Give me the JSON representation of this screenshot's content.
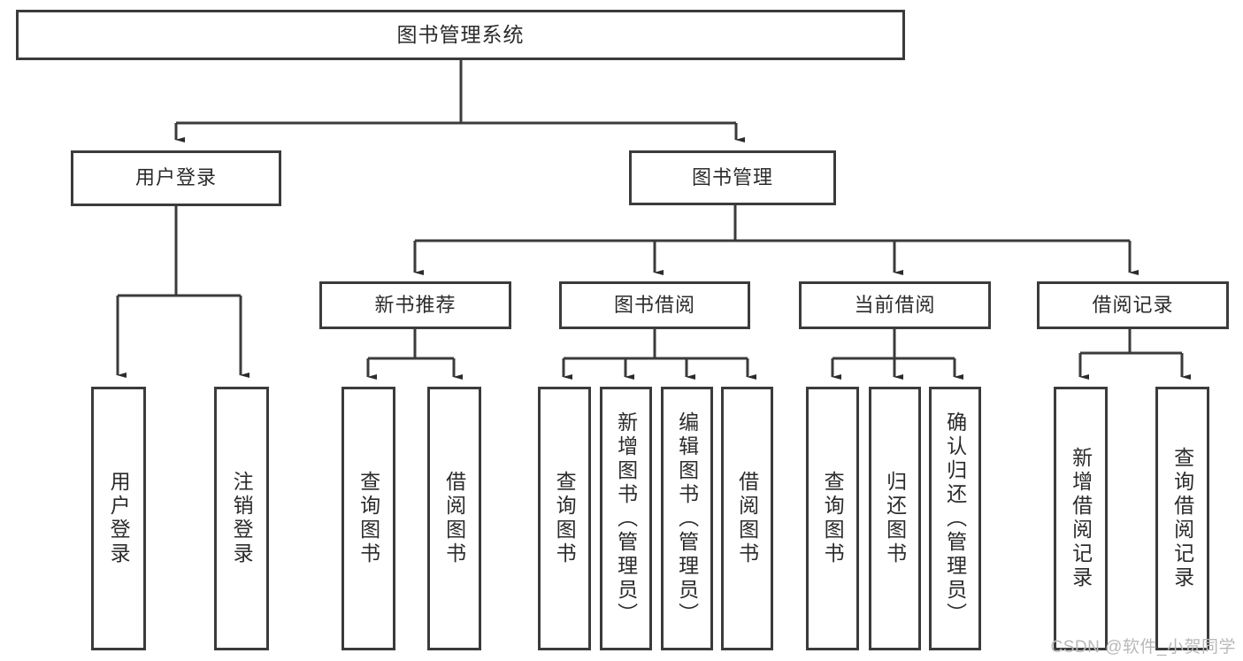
{
  "diagram": {
    "type": "tree-hierarchy",
    "title": "图书管理系统",
    "root": {
      "label": "图书管理系统"
    },
    "level1": [
      {
        "label": "用户登录"
      },
      {
        "label": "图书管理"
      }
    ],
    "level2": [
      {
        "label": "新书推荐",
        "parent": "图书管理"
      },
      {
        "label": "图书借阅",
        "parent": "图书管理"
      },
      {
        "label": "当前借阅",
        "parent": "图书管理"
      },
      {
        "label": "借阅记录",
        "parent": "图书管理"
      }
    ],
    "leaves": {
      "user_login": [
        {
          "label": "用户登录"
        },
        {
          "label": "注销登录"
        }
      ],
      "new_book_recommend": [
        {
          "label": "查询图书"
        },
        {
          "label": "借阅图书"
        }
      ],
      "book_borrow": [
        {
          "label": "查询图书"
        },
        {
          "label": "新增图书（管理员）"
        },
        {
          "label": "编辑图书（管理员）"
        },
        {
          "label": "借阅图书"
        }
      ],
      "current_borrow": [
        {
          "label": "查询图书"
        },
        {
          "label": "归还图书"
        },
        {
          "label": "确认归还（管理员）"
        }
      ],
      "borrow_record": [
        {
          "label": "新增借阅记录"
        },
        {
          "label": "查询借阅记录"
        }
      ]
    },
    "colors": {
      "stroke": "#3b3b3b",
      "text": "#2b2b2b",
      "background": "#ffffff",
      "watermark": "#b9b9b9"
    }
  },
  "watermark": {
    "text": "CSDN @软件_小贺同学"
  }
}
